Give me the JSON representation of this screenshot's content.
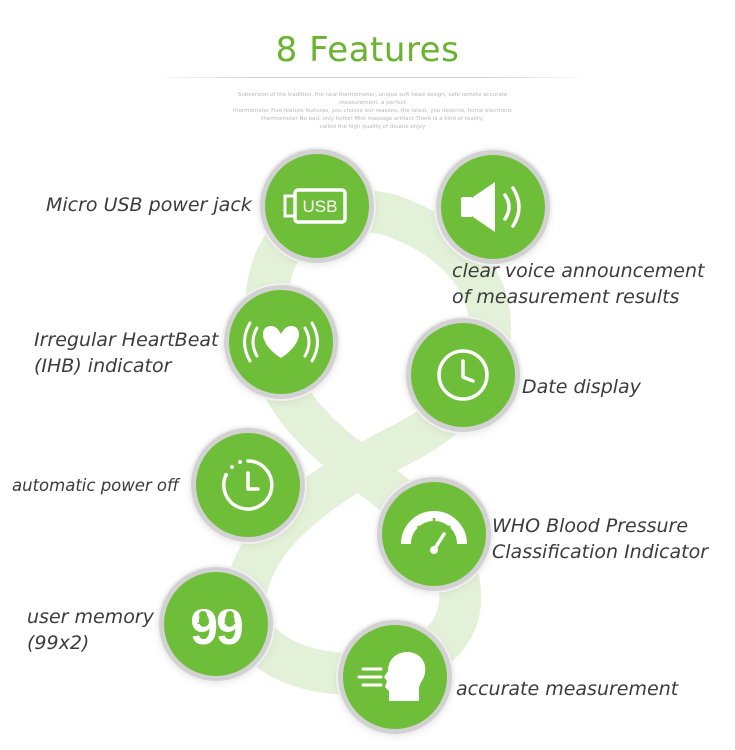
{
  "title": "8 Features",
  "subtitle": [
    "Subversion of the tradition, the new thermometer, unique soft head design, safe remote accurate measurement, a perfect",
    "thermometer Five feature features, you choose our reasons, the latest, you deserve, home electronic",
    "thermometer No bad, only better Mini massage artifact There is a kind of reality,",
    "called the high quality of double enjoy"
  ],
  "colors": {
    "accent": "#6fbe3a",
    "title": "#6ab32e",
    "label": "#3c3c3c",
    "watermark": "#e3f1d8"
  },
  "features": [
    {
      "id": "usb",
      "icon": "usb-icon",
      "icon_text": "USB",
      "label": [
        "Micro USB power jack"
      ]
    },
    {
      "id": "voice",
      "icon": "speaker-icon",
      "label": [
        "clear voice announcement",
        "of measurement results"
      ]
    },
    {
      "id": "ihb",
      "icon": "heartbeat-icon",
      "label": [
        "Irregular HeartBeat",
        "(IHB) indicator"
      ]
    },
    {
      "id": "date",
      "icon": "clock-icon",
      "label": [
        "Date display"
      ]
    },
    {
      "id": "poweroff",
      "icon": "timer-icon",
      "label": [
        "automatic power off"
      ]
    },
    {
      "id": "who",
      "icon": "gauge-icon",
      "label": [
        "WHO Blood Pressure",
        "Classification Indicator"
      ]
    },
    {
      "id": "memory",
      "icon": "user-memory-icon",
      "icon_text": "99",
      "label": [
        "user memory",
        "(99x2)"
      ]
    },
    {
      "id": "accurate",
      "icon": "head-speech-icon",
      "label": [
        "accurate measurement"
      ]
    }
  ]
}
